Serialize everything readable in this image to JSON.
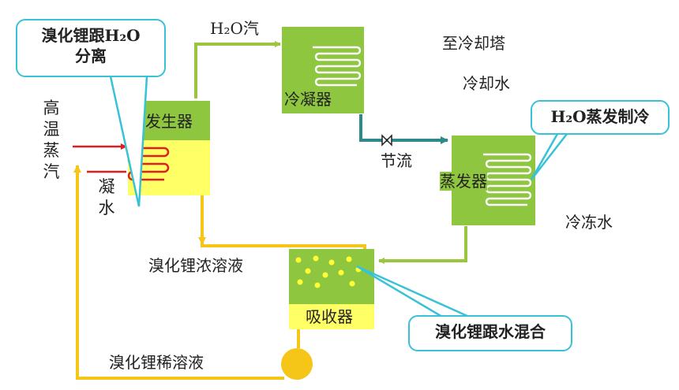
{
  "labels": {
    "generator": "发生器",
    "condenser": "冷凝器",
    "evaporator": "蒸发器",
    "absorber": "吸收器",
    "h2o_vapor": "H₂O汽",
    "to_cooling_tower": "至冷却塔",
    "cooling_water": "冷却水",
    "throttle": "节流",
    "chilled_water": "冷冻水",
    "high_temp_steam": "高温蒸汽",
    "condensate": "凝水",
    "concentrated_solution": "溴化锂浓溶液",
    "dilute_solution": "溴化锂稀溶液"
  },
  "callouts": {
    "separation": "溴化锂跟H₂O\n分离",
    "evaporation_cooling": "H₂O蒸发制冷",
    "mixing": "溴化锂跟水混合"
  },
  "colors": {
    "equipment_dark": "#8ec63f",
    "equipment_light": "#ffff66",
    "line_green": "#9bc53d",
    "line_yellow": "#f5c518",
    "line_teal": "#2e8a8a",
    "line_red": "#e02020",
    "coil_white": "#ffffff",
    "callout_border": "#38c2d6",
    "pump": "#f5c518"
  }
}
